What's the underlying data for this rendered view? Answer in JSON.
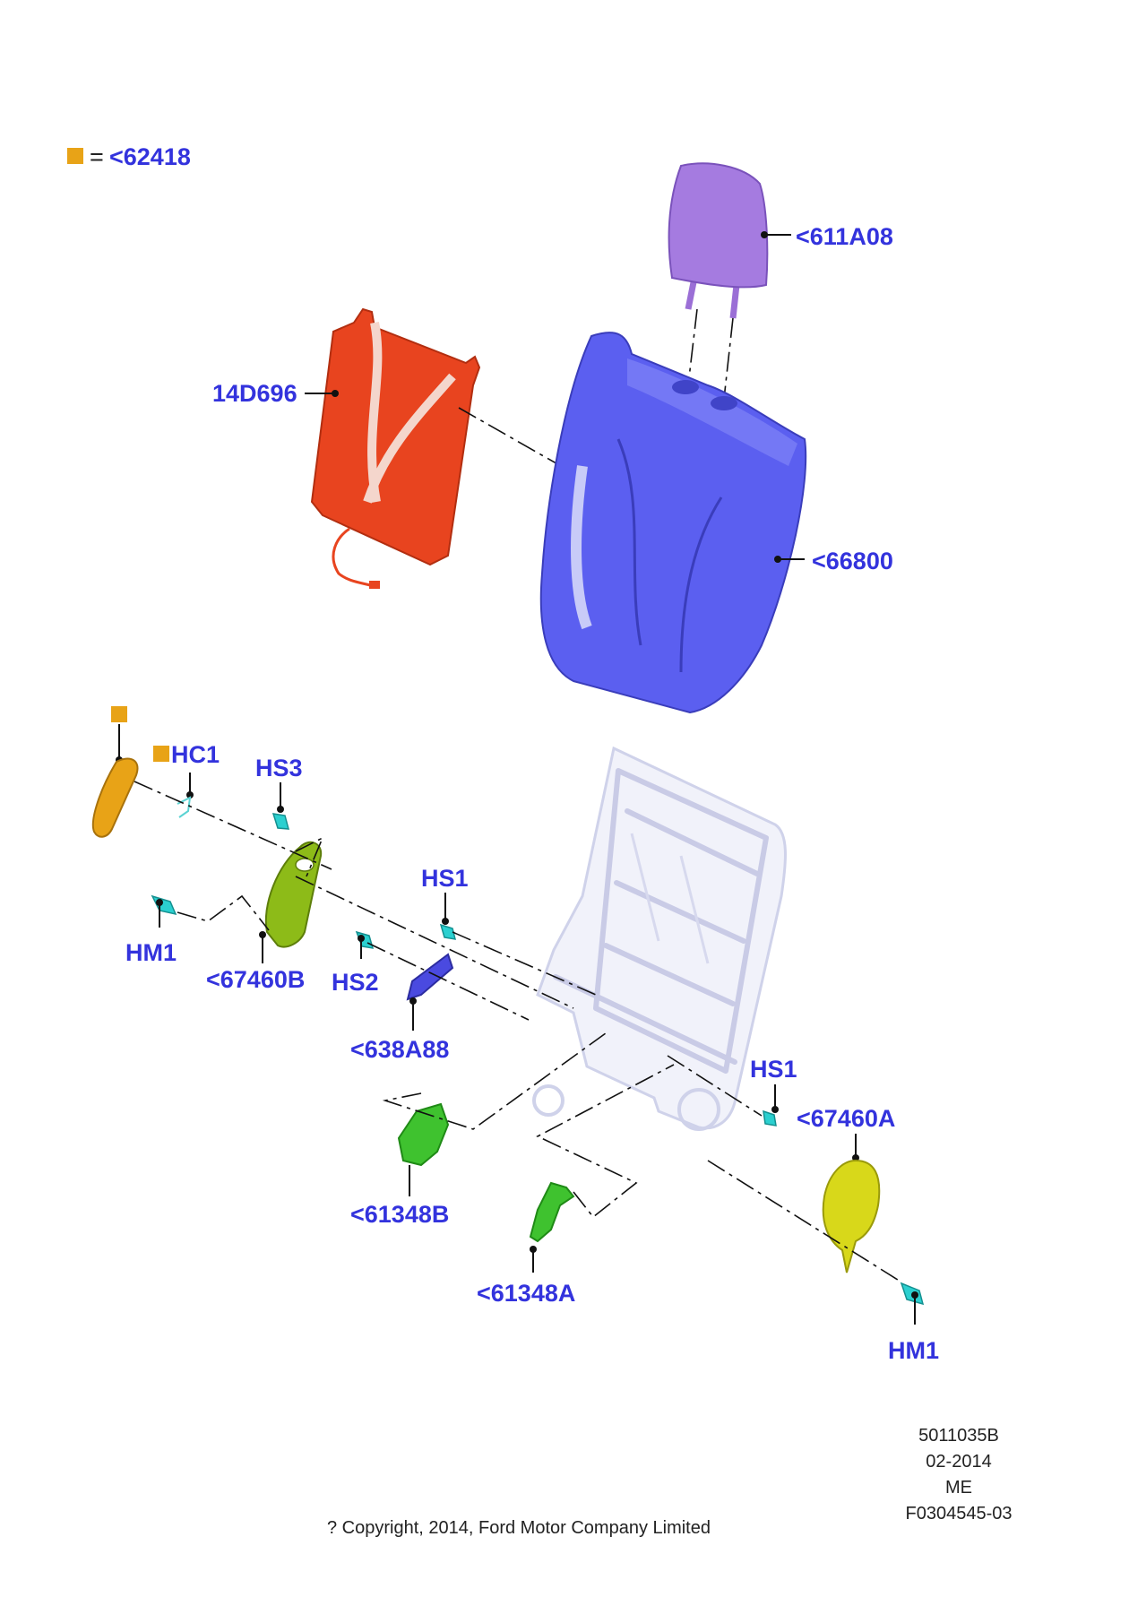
{
  "legend": {
    "equals": "=",
    "ref": "<62418",
    "color": "#e8a317"
  },
  "callouts": {
    "headrest": "<611A08",
    "heater_mat": "14D696",
    "backrest_pad": "<66800",
    "hc1": "HC1",
    "hs3": "HS3",
    "hs1_left": "HS1",
    "hm1_left": "HM1",
    "cover_b": "<67460B",
    "hs2": "HS2",
    "bracket_638": "<638A88",
    "hs1_right": "HS1",
    "cover_a": "<67460A",
    "trim_b": "<61348B",
    "trim_a": "<61348A",
    "hm1_right": "HM1"
  },
  "meta": {
    "code": "5011035B",
    "date": "02-2014",
    "region": "ME",
    "figure": "F0304545-03",
    "copyright": "? Copyright, 2014, Ford Motor Company Limited"
  },
  "colors": {
    "callout_text": "#3333dd",
    "headrest": "#9b6fd6",
    "heater_mat": "#e8441f",
    "backrest_pad": "#5a5ef0",
    "frame": "#e3e5f5",
    "cover_b": "#8dbb18",
    "cover_a": "#d8d81a",
    "trim": "#3fc22f",
    "bracket": "#4a4ae0",
    "screw": "#2bd0d0",
    "handle": "#e8a317"
  }
}
